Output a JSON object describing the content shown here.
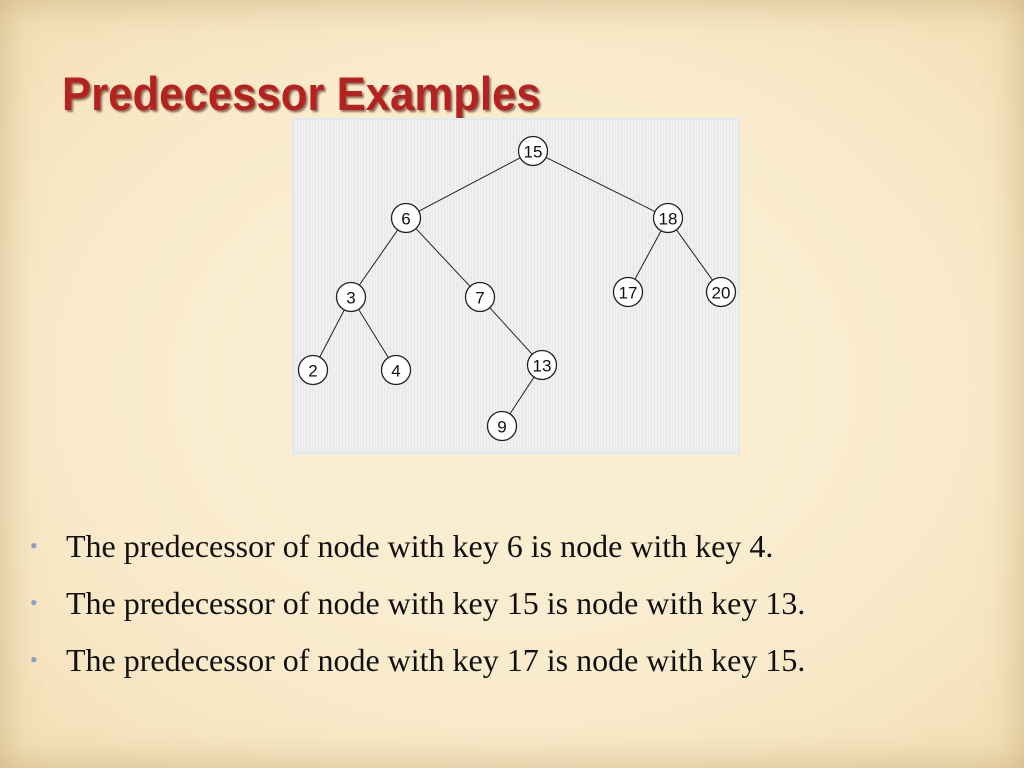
{
  "slide": {
    "title": "Predecessor Examples"
  },
  "tree": {
    "nodes": [
      {
        "id": "n15",
        "label": "15"
      },
      {
        "id": "n6",
        "label": "6"
      },
      {
        "id": "n18",
        "label": "18"
      },
      {
        "id": "n3",
        "label": "3"
      },
      {
        "id": "n7",
        "label": "7"
      },
      {
        "id": "n17",
        "label": "17"
      },
      {
        "id": "n20",
        "label": "20"
      },
      {
        "id": "n2",
        "label": "2"
      },
      {
        "id": "n4",
        "label": "4"
      },
      {
        "id": "n13",
        "label": "13"
      },
      {
        "id": "n9",
        "label": "9"
      }
    ],
    "edges": [
      [
        "n15",
        "n6"
      ],
      [
        "n15",
        "n18"
      ],
      [
        "n6",
        "n3"
      ],
      [
        "n6",
        "n7"
      ],
      [
        "n18",
        "n17"
      ],
      [
        "n18",
        "n20"
      ],
      [
        "n3",
        "n2"
      ],
      [
        "n3",
        "n4"
      ],
      [
        "n7",
        "n13"
      ],
      [
        "n13",
        "n9"
      ]
    ]
  },
  "bullets": {
    "marker": "•",
    "items": [
      "The predecessor of node with key 6 is node with key 4.",
      "The predecessor of node with key 15 is node with key 13.",
      "The predecessor of node with key 17 is node with key 15."
    ]
  },
  "colors": {
    "title": "#b5221f",
    "background": "#fbefd3",
    "bullet_marker": "#8a9fc9"
  }
}
